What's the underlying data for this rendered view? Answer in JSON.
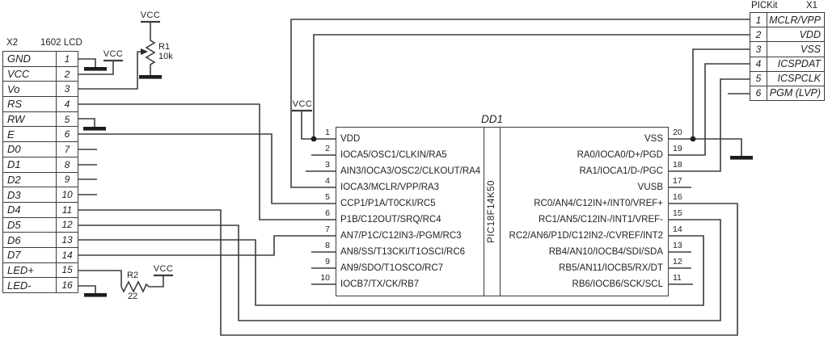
{
  "lcd": {
    "designator": "X2",
    "title": "1602 LCD",
    "pins": [
      {
        "num": "1",
        "label": "GND"
      },
      {
        "num": "2",
        "label": "VCC"
      },
      {
        "num": "3",
        "label": "Vo"
      },
      {
        "num": "4",
        "label": "RS"
      },
      {
        "num": "5",
        "label": "RW"
      },
      {
        "num": "6",
        "label": "E"
      },
      {
        "num": "7",
        "label": "D0"
      },
      {
        "num": "8",
        "label": "D1"
      },
      {
        "num": "9",
        "label": "D2"
      },
      {
        "num": "10",
        "label": "D3"
      },
      {
        "num": "11",
        "label": "D4"
      },
      {
        "num": "12",
        "label": "D5"
      },
      {
        "num": "13",
        "label": "D6"
      },
      {
        "num": "14",
        "label": "D7"
      },
      {
        "num": "15",
        "label": "LED+"
      },
      {
        "num": "16",
        "label": "LED-"
      }
    ]
  },
  "mcu": {
    "designator": "DD1",
    "part": "PIC18F14K50",
    "left_pins": [
      {
        "num": "1",
        "label": "VDD"
      },
      {
        "num": "2",
        "label": "IOCA5/OSC1/CLKIN/RA5"
      },
      {
        "num": "3",
        "label": "AIN3/IOCA3/OSC2/CLKOUT/RA4"
      },
      {
        "num": "4",
        "label": "IOCA3/MCLR/VPP/RA3"
      },
      {
        "num": "5",
        "label": "CCP1/P1A/T0CKI/RC5"
      },
      {
        "num": "6",
        "label": "P1B/C12OUT/SRQ/RC4"
      },
      {
        "num": "7",
        "label": "AN7/P1C/C12IN3-/PGM/RC3"
      },
      {
        "num": "8",
        "label": "AN8/SS/T13CKI/T1OSCI/RC6"
      },
      {
        "num": "9",
        "label": "AN9/SDO/T1OSCO/RC7"
      },
      {
        "num": "10",
        "label": "IOCB7/TX/CK/RB7"
      }
    ],
    "right_pins": [
      {
        "num": "20",
        "label": "VSS"
      },
      {
        "num": "19",
        "label": "RA0/IOCA0/D+/PGD"
      },
      {
        "num": "18",
        "label": "RA1/IOCA1/D-/PGC"
      },
      {
        "num": "17",
        "label": "VUSB"
      },
      {
        "num": "16",
        "label": "RC0/AN4/C12IN+/INT0/VREF+"
      },
      {
        "num": "15",
        "label": "RC1/AN5/C12IN-/INT1/VREF-"
      },
      {
        "num": "14",
        "label": "RC2/AN6/P1D/C12IN2-/CVREF/INT2"
      },
      {
        "num": "13",
        "label": "RB4/AN10/IOCB4/SDI/SDA"
      },
      {
        "num": "12",
        "label": "RB5/AN11/IOCB5/RX/DT"
      },
      {
        "num": "11",
        "label": "RB6/IOCB6/SCK/SCL"
      }
    ]
  },
  "pickit": {
    "title": "PICKit",
    "designator": "X1",
    "pins": [
      {
        "num": "1",
        "label": "MCLR/VPP"
      },
      {
        "num": "2",
        "label": "VDD"
      },
      {
        "num": "3",
        "label": "VSS"
      },
      {
        "num": "4",
        "label": "ICSPDAT"
      },
      {
        "num": "5",
        "label": "ICSPCLK"
      },
      {
        "num": "6",
        "label": "PGM (LVP)"
      }
    ]
  },
  "resistors": {
    "r1": {
      "ref": "R1",
      "value": "10k"
    },
    "r2": {
      "ref": "R2",
      "value": "22"
    }
  },
  "power": {
    "vcc": "VCC"
  },
  "colors": {
    "wire": "#3d3d3d",
    "text": "#222222",
    "background": "#ffffff"
  }
}
